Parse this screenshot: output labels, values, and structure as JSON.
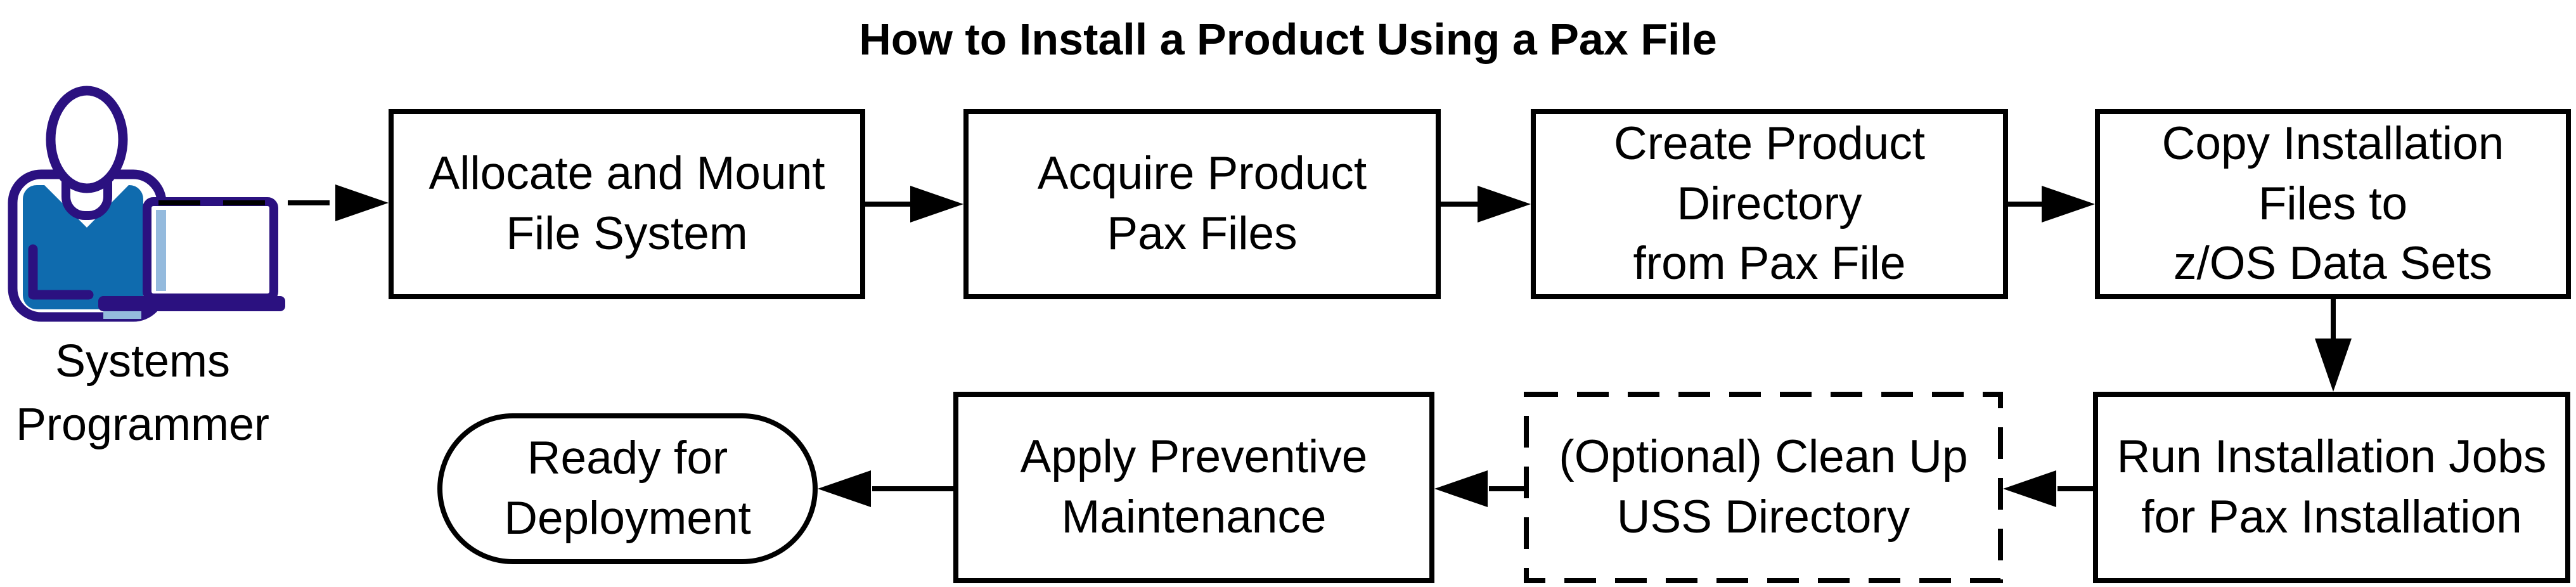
{
  "title": "How to Install a Product Using a Pax File",
  "actor": {
    "label": "Systems\nProgrammer",
    "icon": "systems-programmer-at-laptop-icon"
  },
  "nodes": {
    "allocate": {
      "label": "Allocate and Mount\nFile System",
      "shape": "process"
    },
    "acquire": {
      "label": "Acquire Product\nPax Files",
      "shape": "process"
    },
    "create": {
      "label": "Create Product\nDirectory\nfrom Pax File",
      "shape": "process"
    },
    "copy": {
      "label": "Copy Installation\nFiles to\nz/OS Data Sets",
      "shape": "process"
    },
    "run": {
      "label": "Run Installation Jobs\nfor Pax Installation",
      "shape": "process"
    },
    "cleanup": {
      "label": "(Optional) Clean Up\nUSS Directory",
      "shape": "process-dashed-optional"
    },
    "maintenance": {
      "label": "Apply Preventive\nMaintenance",
      "shape": "process"
    },
    "ready": {
      "label": "Ready for\nDeployment",
      "shape": "terminal"
    }
  },
  "colors": {
    "line": "#000000",
    "icon_outline": "#2B1180",
    "icon_shirt": "#0F6BAE",
    "icon_accent": "#94BADD",
    "background": "#FFFFFF"
  }
}
